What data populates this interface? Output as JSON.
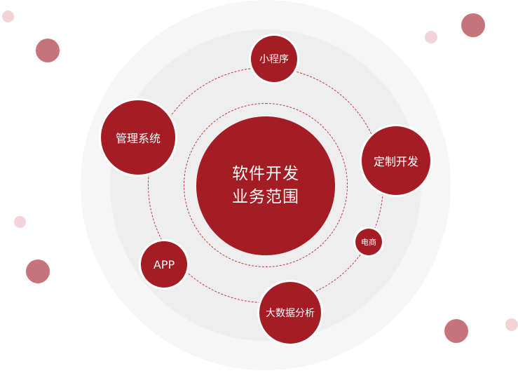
{
  "center": {
    "line1": "软件开发",
    "line2": "业务范围"
  },
  "nodes": {
    "mini_program": "小程序",
    "management_system": "管理系统",
    "custom_development": "定制开发",
    "ecommerce": "电商",
    "app": "APP",
    "big_data": "大数据分析"
  },
  "colors": {
    "primary": "#a51d24",
    "dot_dark": "#c7737a",
    "dot_light": "#f2d4d7",
    "ring_outer": "#f6f6f6",
    "ring_inner": "#eeeeee",
    "dashed_orbit": "#c9343a"
  }
}
